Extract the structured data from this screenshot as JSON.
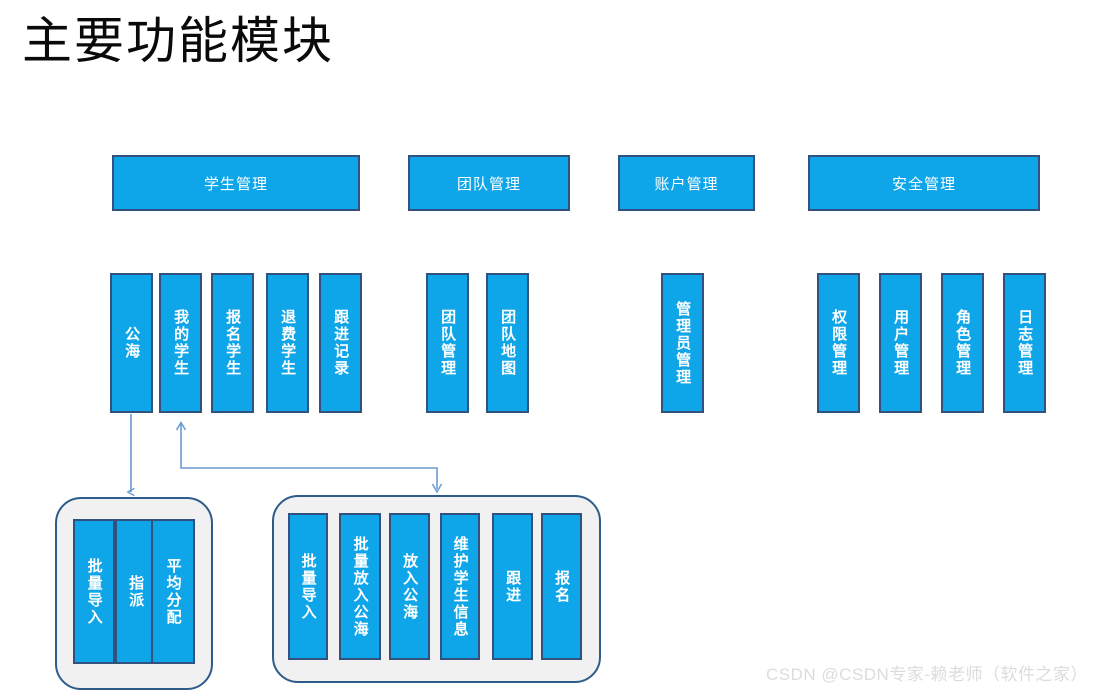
{
  "page": {
    "title": "主要功能模块",
    "watermark": "CSDN @CSDN专家-赖老师（软件之家）",
    "colors": {
      "box_fill": "#0FA5E9",
      "box_border": "#33517E",
      "group_fill": "#F1F1F1",
      "group_border": "#2E5C8A",
      "connector": "#6A9BD1",
      "title_text": "#0A0A0A",
      "box_text": "#FFFFFF",
      "watermark_text": "#DCDCDC",
      "background": "#FFFFFF"
    }
  },
  "modules": [
    {
      "id": "student",
      "title": "学生管理",
      "children": [
        {
          "label": "公海"
        },
        {
          "label": "我的学生"
        },
        {
          "label": "报名学生"
        },
        {
          "label": "退费学生"
        },
        {
          "label": "跟进记录"
        }
      ]
    },
    {
      "id": "team",
      "title": "团队管理",
      "children": [
        {
          "label": "团队管理"
        },
        {
          "label": "团队地图"
        }
      ]
    },
    {
      "id": "account",
      "title": "账户管理",
      "children": [
        {
          "label": "管理员管理"
        }
      ]
    },
    {
      "id": "security",
      "title": "安全管理",
      "children": [
        {
          "label": "权限管理"
        },
        {
          "label": "用户管理"
        },
        {
          "label": "角色管理"
        },
        {
          "label": "日志管理"
        }
      ]
    }
  ],
  "detail_groups": [
    {
      "id": "gonghai-actions",
      "source": "公海",
      "items": [
        {
          "label": "批量导入"
        },
        {
          "label": "指派"
        },
        {
          "label": "平均分配"
        }
      ]
    },
    {
      "id": "my-student-actions",
      "source": "我的学生",
      "items": [
        {
          "label": "批量导入"
        },
        {
          "label": "批量放入公海"
        },
        {
          "label": "放入公海"
        },
        {
          "label": "维护学生信息"
        },
        {
          "label": "跟进"
        },
        {
          "label": "报名"
        }
      ]
    }
  ],
  "connectors": [
    {
      "id": "gonghai-to-left-group",
      "from": "公海",
      "to": "gonghai-actions",
      "style": "straight-arrow-down"
    },
    {
      "id": "right-group-to-my-student",
      "from": "my-student-actions",
      "to": "我的学生",
      "style": "elbow-arrow"
    }
  ]
}
